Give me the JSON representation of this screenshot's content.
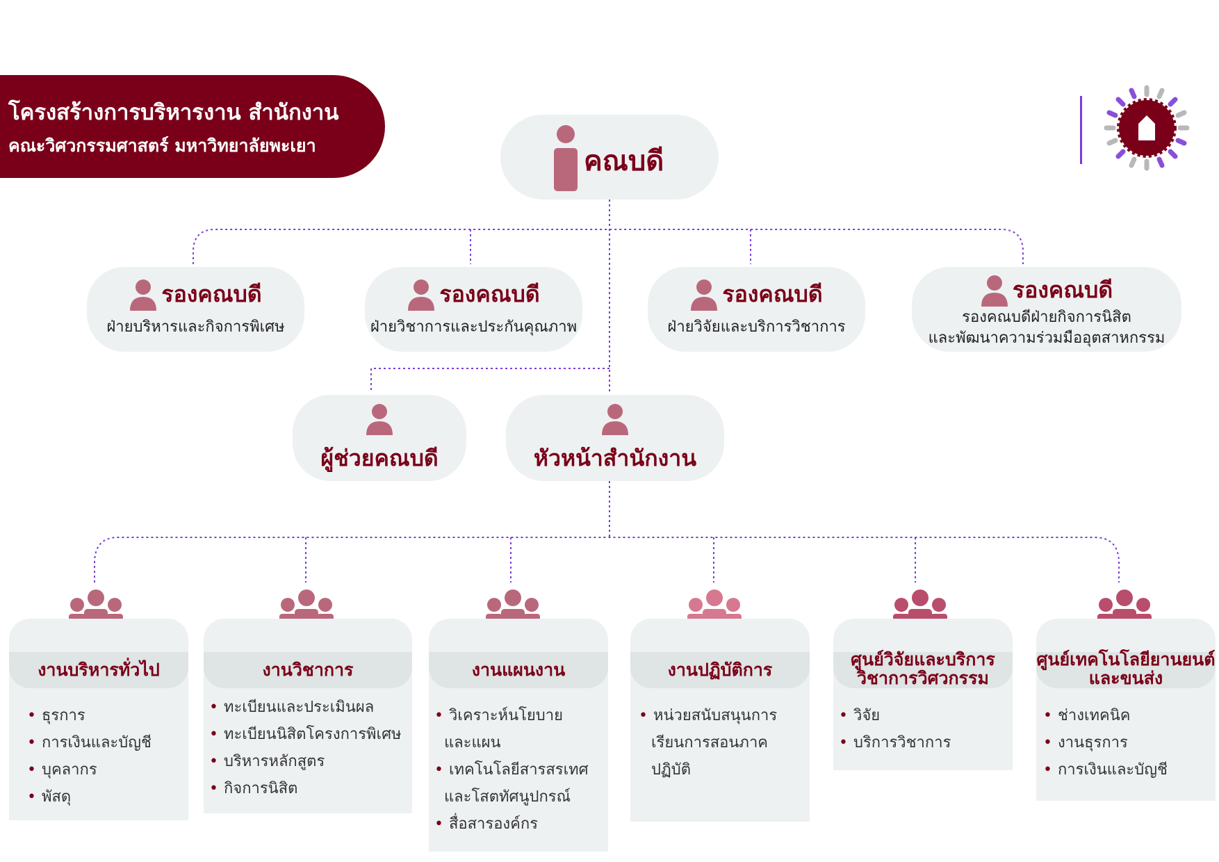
{
  "title": {
    "line1": "โครงสร้างการบริหารงาน สำนักงาน",
    "line2": "คณะวิศวกรรมศาสตร์ มหาวิทยาลัยพะเยา"
  },
  "dean": {
    "label": "คณบดี"
  },
  "vice_deans": [
    {
      "title": "รองคณบดี",
      "lines": [
        "ฝ่ายบริหารและกิจการพิเศษ"
      ]
    },
    {
      "title": "รองคณบดี",
      "lines": [
        "ฝ่ายวิชาการและประกันคุณภาพ"
      ]
    },
    {
      "title": "รองคณบดี",
      "lines": [
        "ฝ่ายวิจัยและบริการวิชาการ"
      ]
    },
    {
      "title": "รองคณบดี",
      "lines": [
        "รองคณบดีฝ่ายกิจการนิสิต",
        "และพัฒนาความร่วมมืออุตสาหกรรม"
      ]
    }
  ],
  "assistant_dean": {
    "label": "ผู้ช่วยคณบดี"
  },
  "office_head": {
    "label": "หัวหน้าสำนักงาน"
  },
  "units": [
    {
      "title": "งานบริหารทั่วไป",
      "items": [
        "ธุรการ",
        "การเงินและบัญชี",
        "บุคลากร",
        "พัสดุ"
      ],
      "color": "#b9687c"
    },
    {
      "title": "งานวิชาการ",
      "items": [
        "ทะเบียนและประเมินผล",
        "ทะเบียนนิสิตโครงการพิเศษ",
        "บริหารหลักสูตร",
        "กิจการนิสิต"
      ],
      "color": "#b9687c"
    },
    {
      "title": "งานแผนงาน",
      "items": [
        "วิเคราะห์นโยบาย",
        "และแผน",
        "เทคโนโลยีสารสรเทศ",
        "และโสตทัศนูปกรณ์",
        "สื่อสารองค์กร"
      ],
      "color": "#b9687c"
    },
    {
      "title": "งานปฏิบัติการ",
      "items": [
        "หน่วยสนับสนุนการ",
        "เรียนการสอนภาค",
        "ปฏิบัติ"
      ],
      "color": "#d77891"
    },
    {
      "title_line1": "ศูนย์วิจัยและบริการ",
      "title_line2": "วิชาการวิศวกรรม",
      "items": [
        "วิจัย",
        "บริการวิชาการ"
      ],
      "color": "#b94d6c"
    },
    {
      "title_line1": "ศูนย์เทคโนโลยียานยนต์",
      "title_line2": "และขนส่ง",
      "items": [
        "ช่างเทคนิค",
        "งานธุรการ",
        "การเงินและบัญชี"
      ],
      "color": "#b94d6c"
    }
  ],
  "colors": {
    "brand": "#7a0019",
    "icon": "#b9687c",
    "connector": "#7a3dd6",
    "pill_bg": "#eef1f2"
  }
}
